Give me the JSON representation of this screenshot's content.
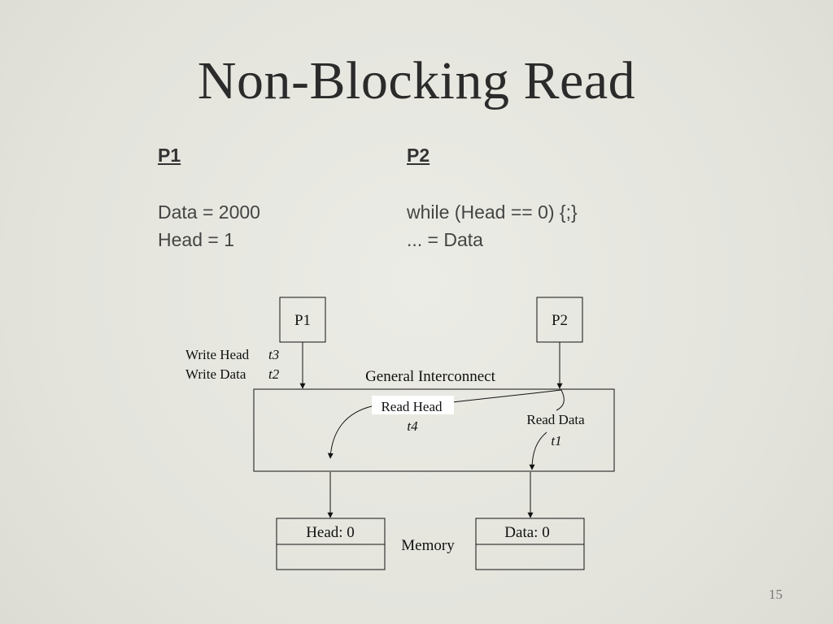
{
  "slide": {
    "title": "Non-Blocking Read",
    "page_number": "15"
  },
  "code": {
    "p1": {
      "heading": "P1",
      "lines": [
        "Data = 2000",
        "Head = 1"
      ]
    },
    "p2": {
      "heading": "P2",
      "lines": [
        "while (Head == 0) {;}",
        "... = Data"
      ]
    }
  },
  "diagram": {
    "p1_box": "P1",
    "p2_box": "P2",
    "write_head": "Write Head",
    "write_head_time": "t3",
    "write_data": "Write Data",
    "write_data_time": "t2",
    "interconnect": "General Interconnect",
    "read_head": "Read Head",
    "read_head_time": "t4",
    "read_data": "Read Data",
    "read_data_time": "t1",
    "head_cell": "Head: 0",
    "data_cell": "Data: 0",
    "memory": "Memory"
  }
}
